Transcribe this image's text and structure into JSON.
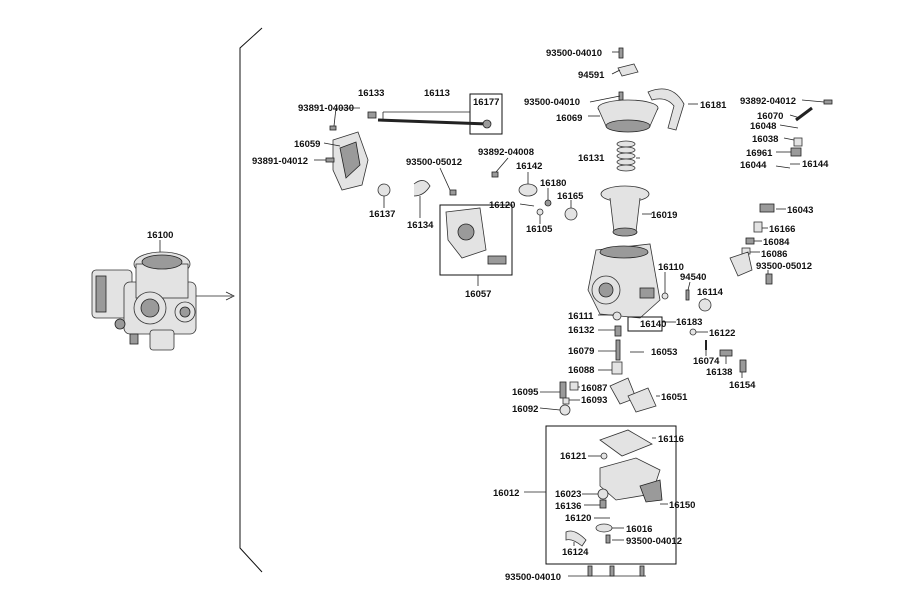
{
  "labels": {
    "p16100": "16100",
    "p93500_04010_top": "93500-04010",
    "p94591": "94591",
    "p93500_04010_b": "93500-04010",
    "p16181": "16181",
    "p16069": "16069",
    "p93892_04012_r": "93892-04012",
    "p16070": "16070",
    "p16048": "16048",
    "p16038": "16038",
    "p16961": "16961",
    "p16044": "16044",
    "p16144": "16144",
    "p16133": "16133",
    "p16113": "16113",
    "p16177": "16177",
    "p93891_04030": "93891-04030",
    "p16059": "16059",
    "p93891_04012": "93891-04012",
    "p93892_04008": "93892-04008",
    "p93500_05012_a": "93500-05012",
    "p16142": "16142",
    "p16131": "16131",
    "p16180": "16180",
    "p16120_a": "16120",
    "p16165": "16165",
    "p16019": "16019",
    "p16137": "16137",
    "p16134": "16134",
    "p16105": "16105",
    "p16043": "16043",
    "p16166": "16166",
    "p16084": "16084",
    "p16086": "16086",
    "p93500_05012_b": "93500-05012",
    "p16110": "16110",
    "p94540": "94540",
    "p16057": "16057",
    "p16114": "16114",
    "p16111": "16111",
    "p16140": "16140",
    "p16183": "16183",
    "p16132": "16132",
    "p16122": "16122",
    "p16079": "16079",
    "p16053": "16053",
    "p16074": "16074",
    "p16088": "16088",
    "p16138": "16138",
    "p16154": "16154",
    "p16095": "16095",
    "p16087": "16087",
    "p16093": "16093",
    "p16051": "16051",
    "p16092": "16092",
    "p16116": "16116",
    "p16121": "16121",
    "p16012": "16012",
    "p16023": "16023",
    "p16150": "16150",
    "p16136": "16136",
    "p16120_b": "16120",
    "p16016": "16016",
    "p93500_04012": "93500-04012",
    "p16124": "16124",
    "p93500_04010_bottom": "93500-04010"
  }
}
